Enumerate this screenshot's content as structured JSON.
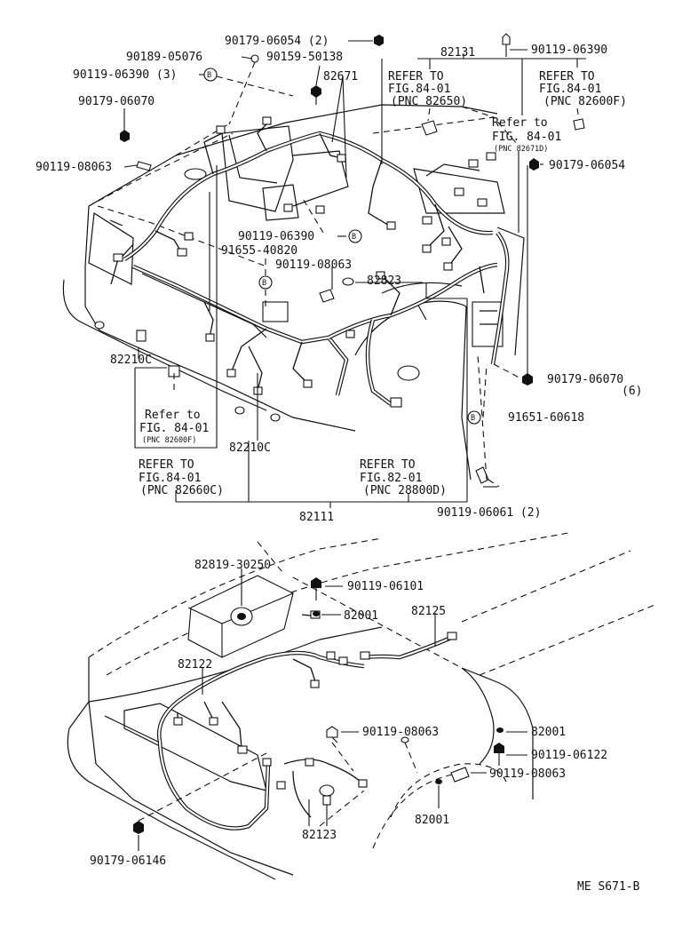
{
  "footer_code": "ME S671-B",
  "top_diagram": {
    "labels": [
      "90179-06054 (2)",
      "90189-05076",
      "90159-50138",
      "82131",
      "90119-06390",
      "90119-06390 (3)",
      "82671",
      "90179-06070",
      "90119-08063",
      "90119-06390",
      "91655-40820",
      "90119-08063",
      "82823",
      "90179-06054",
      "90179-06070",
      "(6)",
      "91651-60618",
      "82210C",
      "82210C",
      "90119-06061 (2)",
      "82111"
    ],
    "references": [
      {
        "line1": "REFER TO",
        "line2": "FIG.84-01",
        "line3": "(PNC 82650)"
      },
      {
        "line1": "REFER TO",
        "line2": "FIG.84-01",
        "line3": "(PNC 82600F)"
      },
      {
        "line1": "Refer to",
        "line2": "FIG. 84-01",
        "line3": "(PNC 82671D)"
      },
      {
        "line1": "Refer to",
        "line2": "FIG. 84-01",
        "line3": "(PNC 82600F)"
      },
      {
        "line1": "REFER TO",
        "line2": "FIG.84-01",
        "line3": "(PNC 82660C)"
      },
      {
        "line1": "REFER TO",
        "line2": "FIG.82-01",
        "line3": "(PNC 28800D)"
      }
    ]
  },
  "bottom_diagram": {
    "labels": [
      "82819-30250",
      "90119-06101",
      "82001",
      "82125",
      "82122",
      "90119-08063",
      "82001",
      "90119-06122",
      "90119-08063",
      "82001",
      "82123",
      "90179-06146"
    ]
  }
}
